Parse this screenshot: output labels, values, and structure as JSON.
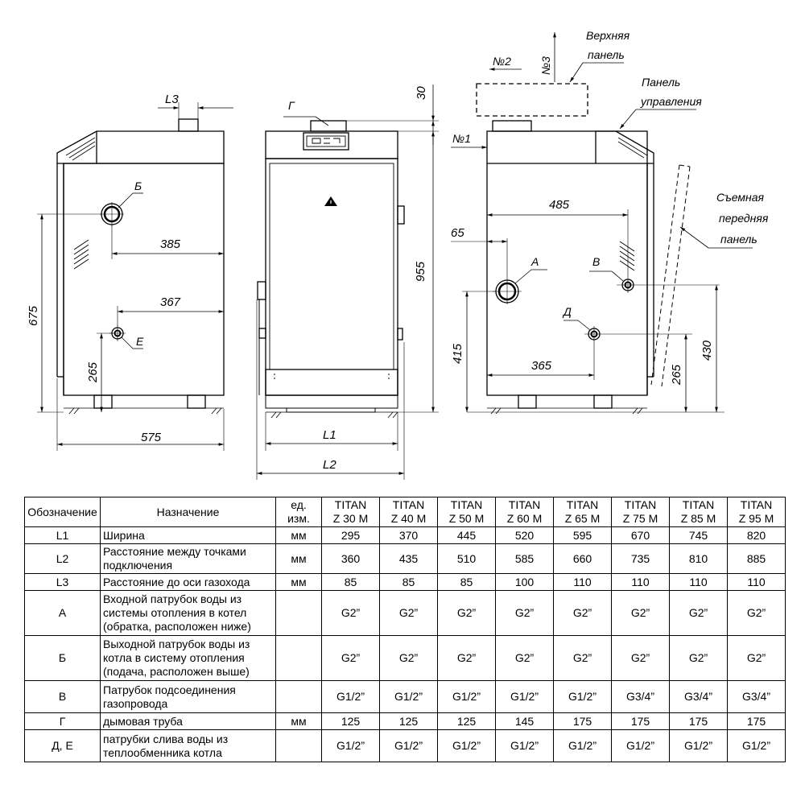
{
  "views": {
    "left": {
      "dim_top": "L3",
      "dim_width": "575",
      "dim_height": "675",
      "dim_small": "265",
      "dim_b": "385",
      "dim_e": "367",
      "label_b": "Б",
      "label_e": "Е"
    },
    "front": {
      "label_g": "Г",
      "dim_top": "30",
      "dim_height": "955",
      "dim_l1": "L1",
      "dim_l2": "L2"
    },
    "right": {
      "label_n1": "№1",
      "label_n2": "№2",
      "label_n3": "№3",
      "top_panel_l1": "Верхняя",
      "top_panel_l2": "панель",
      "ctrl_panel_l1": "Панель",
      "ctrl_panel_l2": "управления",
      "remov_l1": "Съемная",
      "remov_l2": "передняя",
      "remov_l3": "панель",
      "dim_485": "485",
      "dim_65": "65",
      "dim_415": "415",
      "dim_365": "365",
      "dim_265": "265",
      "dim_430": "430",
      "label_a": "А",
      "label_v": "В",
      "label_d": "Д"
    }
  },
  "table": {
    "header": {
      "designation": "Обозначение",
      "purpose": "Назначение",
      "unit_l1": "ед.",
      "unit_l2": "изм.",
      "models": [
        {
          "l1": "TITAN",
          "l2": "Z 30 M"
        },
        {
          "l1": "TITAN",
          "l2": "Z 40 M"
        },
        {
          "l1": "TITAN",
          "l2": "Z 50 M"
        },
        {
          "l1": "TITAN",
          "l2": "Z 60 M"
        },
        {
          "l1": "TITAN",
          "l2": "Z 65 M"
        },
        {
          "l1": "TITAN",
          "l2": "Z 75 M"
        },
        {
          "l1": "TITAN",
          "l2": "Z 85 M"
        },
        {
          "l1": "TITAN",
          "l2": "Z 95 M"
        }
      ]
    },
    "rows": [
      {
        "code": "L1",
        "purpose": [
          "Ширина"
        ],
        "unit": "мм",
        "values": [
          "295",
          "370",
          "445",
          "520",
          "595",
          "670",
          "745",
          "820"
        ]
      },
      {
        "code": "L2",
        "purpose": [
          "Расстояние между точками",
          "подключения"
        ],
        "unit": "мм",
        "values": [
          "360",
          "435",
          "510",
          "585",
          "660",
          "735",
          "810",
          "885"
        ]
      },
      {
        "code": "L3",
        "purpose": [
          "Расстояние до оси газохода"
        ],
        "unit": "мм",
        "values": [
          "85",
          "85",
          "85",
          "100",
          "110",
          "110",
          "110",
          "110"
        ]
      },
      {
        "code": "А",
        "purpose": [
          "Входной патрубок воды из",
          "системы отопления в котел",
          "(обратка, расположен ниже)"
        ],
        "unit": "",
        "values": [
          "G2”",
          "G2”",
          "G2”",
          "G2”",
          "G2”",
          "G2”",
          "G2”",
          "G2”"
        ]
      },
      {
        "code": "Б",
        "purpose": [
          "Выходной патрубок воды из",
          "котла в систему отопления",
          "(подача, расположен выше)"
        ],
        "unit": "",
        "values": [
          "G2”",
          "G2”",
          "G2”",
          "G2”",
          "G2”",
          "G2”",
          "G2”",
          "G2”"
        ]
      },
      {
        "code": "В",
        "purpose": [
          "Патрубок подсоединения",
          "газопровода"
        ],
        "unit": "",
        "values": [
          "G1/2”",
          "G1/2”",
          "G1/2”",
          "G1/2”",
          "G1/2”",
          "G3/4”",
          "G3/4”",
          "G3/4”"
        ]
      },
      {
        "code": "Г",
        "purpose": [
          "дымовая труба"
        ],
        "unit": "мм",
        "values": [
          "125",
          "125",
          "125",
          "145",
          "175",
          "175",
          "175",
          "175"
        ]
      },
      {
        "code": "Д, Е",
        "purpose": [
          "патрубки слива воды из",
          "теплообменника котла"
        ],
        "unit": "",
        "values": [
          "G1/2”",
          "G1/2”",
          "G1/2”",
          "G1/2”",
          "G1/2”",
          "G1/2”",
          "G1/2”",
          "G1/2”"
        ]
      }
    ]
  }
}
